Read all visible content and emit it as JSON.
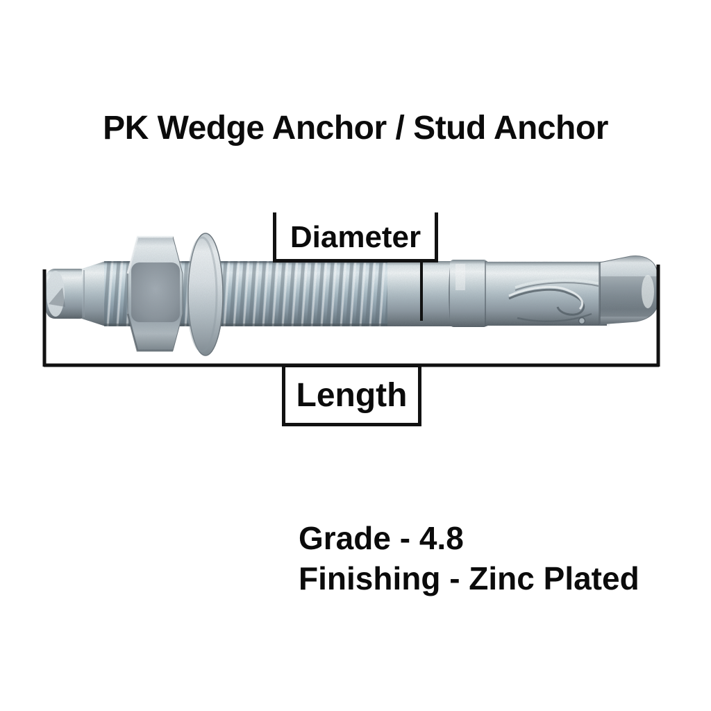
{
  "title": "PK Wedge Anchor / Stud Anchor",
  "diagram": {
    "labels": {
      "diameter": "Diameter",
      "length": "Length"
    },
    "illustration": "zinc-plated-wedge-anchor-bolt",
    "colors": {
      "background": "#ffffff",
      "annotation_line": "#111111",
      "zinc_highlight": "#f3f7f8",
      "zinc_mid": "#b2c0c7",
      "zinc_shadow": "#545d64",
      "thread_tint": "#5b9cc0"
    }
  },
  "specs": {
    "grade": "Grade - 4.8",
    "finishing": "Finishing - Zinc Plated"
  }
}
